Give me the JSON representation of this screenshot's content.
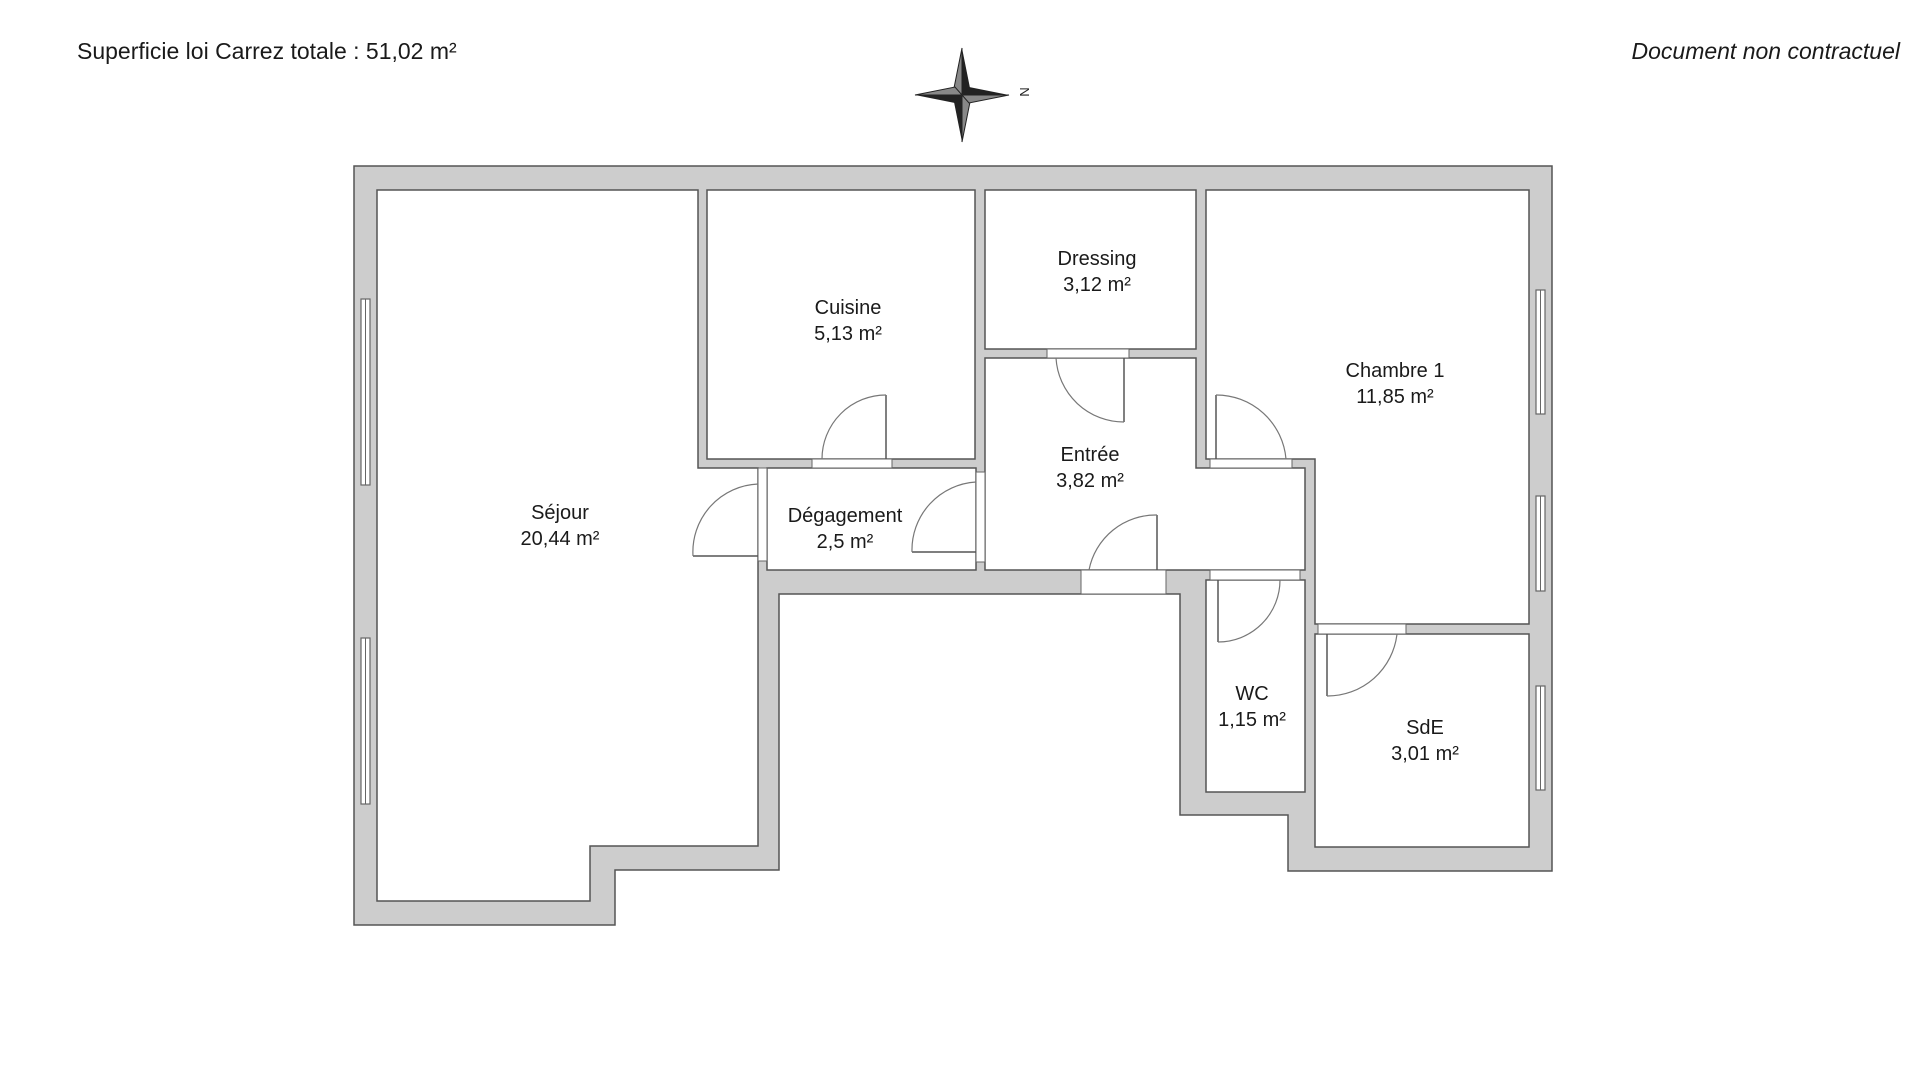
{
  "header": {
    "total_area": "Superficie loi Carrez totale :  51,02 m²",
    "disclaimer": "Document non contractuel"
  },
  "compass": {
    "north_label": "N"
  },
  "rooms": [
    {
      "id": "sejour",
      "name": "Séjour",
      "area": "20,44 m²"
    },
    {
      "id": "cuisine",
      "name": "Cuisine",
      "area": "5,13 m²"
    },
    {
      "id": "dressing",
      "name": "Dressing",
      "area": "3,12 m²"
    },
    {
      "id": "chambre1",
      "name": "Chambre 1",
      "area": "11,85 m²"
    },
    {
      "id": "entree",
      "name": "Entrée",
      "area": "3,82 m²"
    },
    {
      "id": "degagement",
      "name": "Dégagement",
      "area": "2,5 m²"
    },
    {
      "id": "wc",
      "name": "WC",
      "area": "1,15 m²"
    },
    {
      "id": "sde",
      "name": "SdE",
      "area": "3,01 m²"
    }
  ],
  "colors": {
    "wall": "#cdcdcd",
    "line": "#555555",
    "room": "#ffffff"
  }
}
